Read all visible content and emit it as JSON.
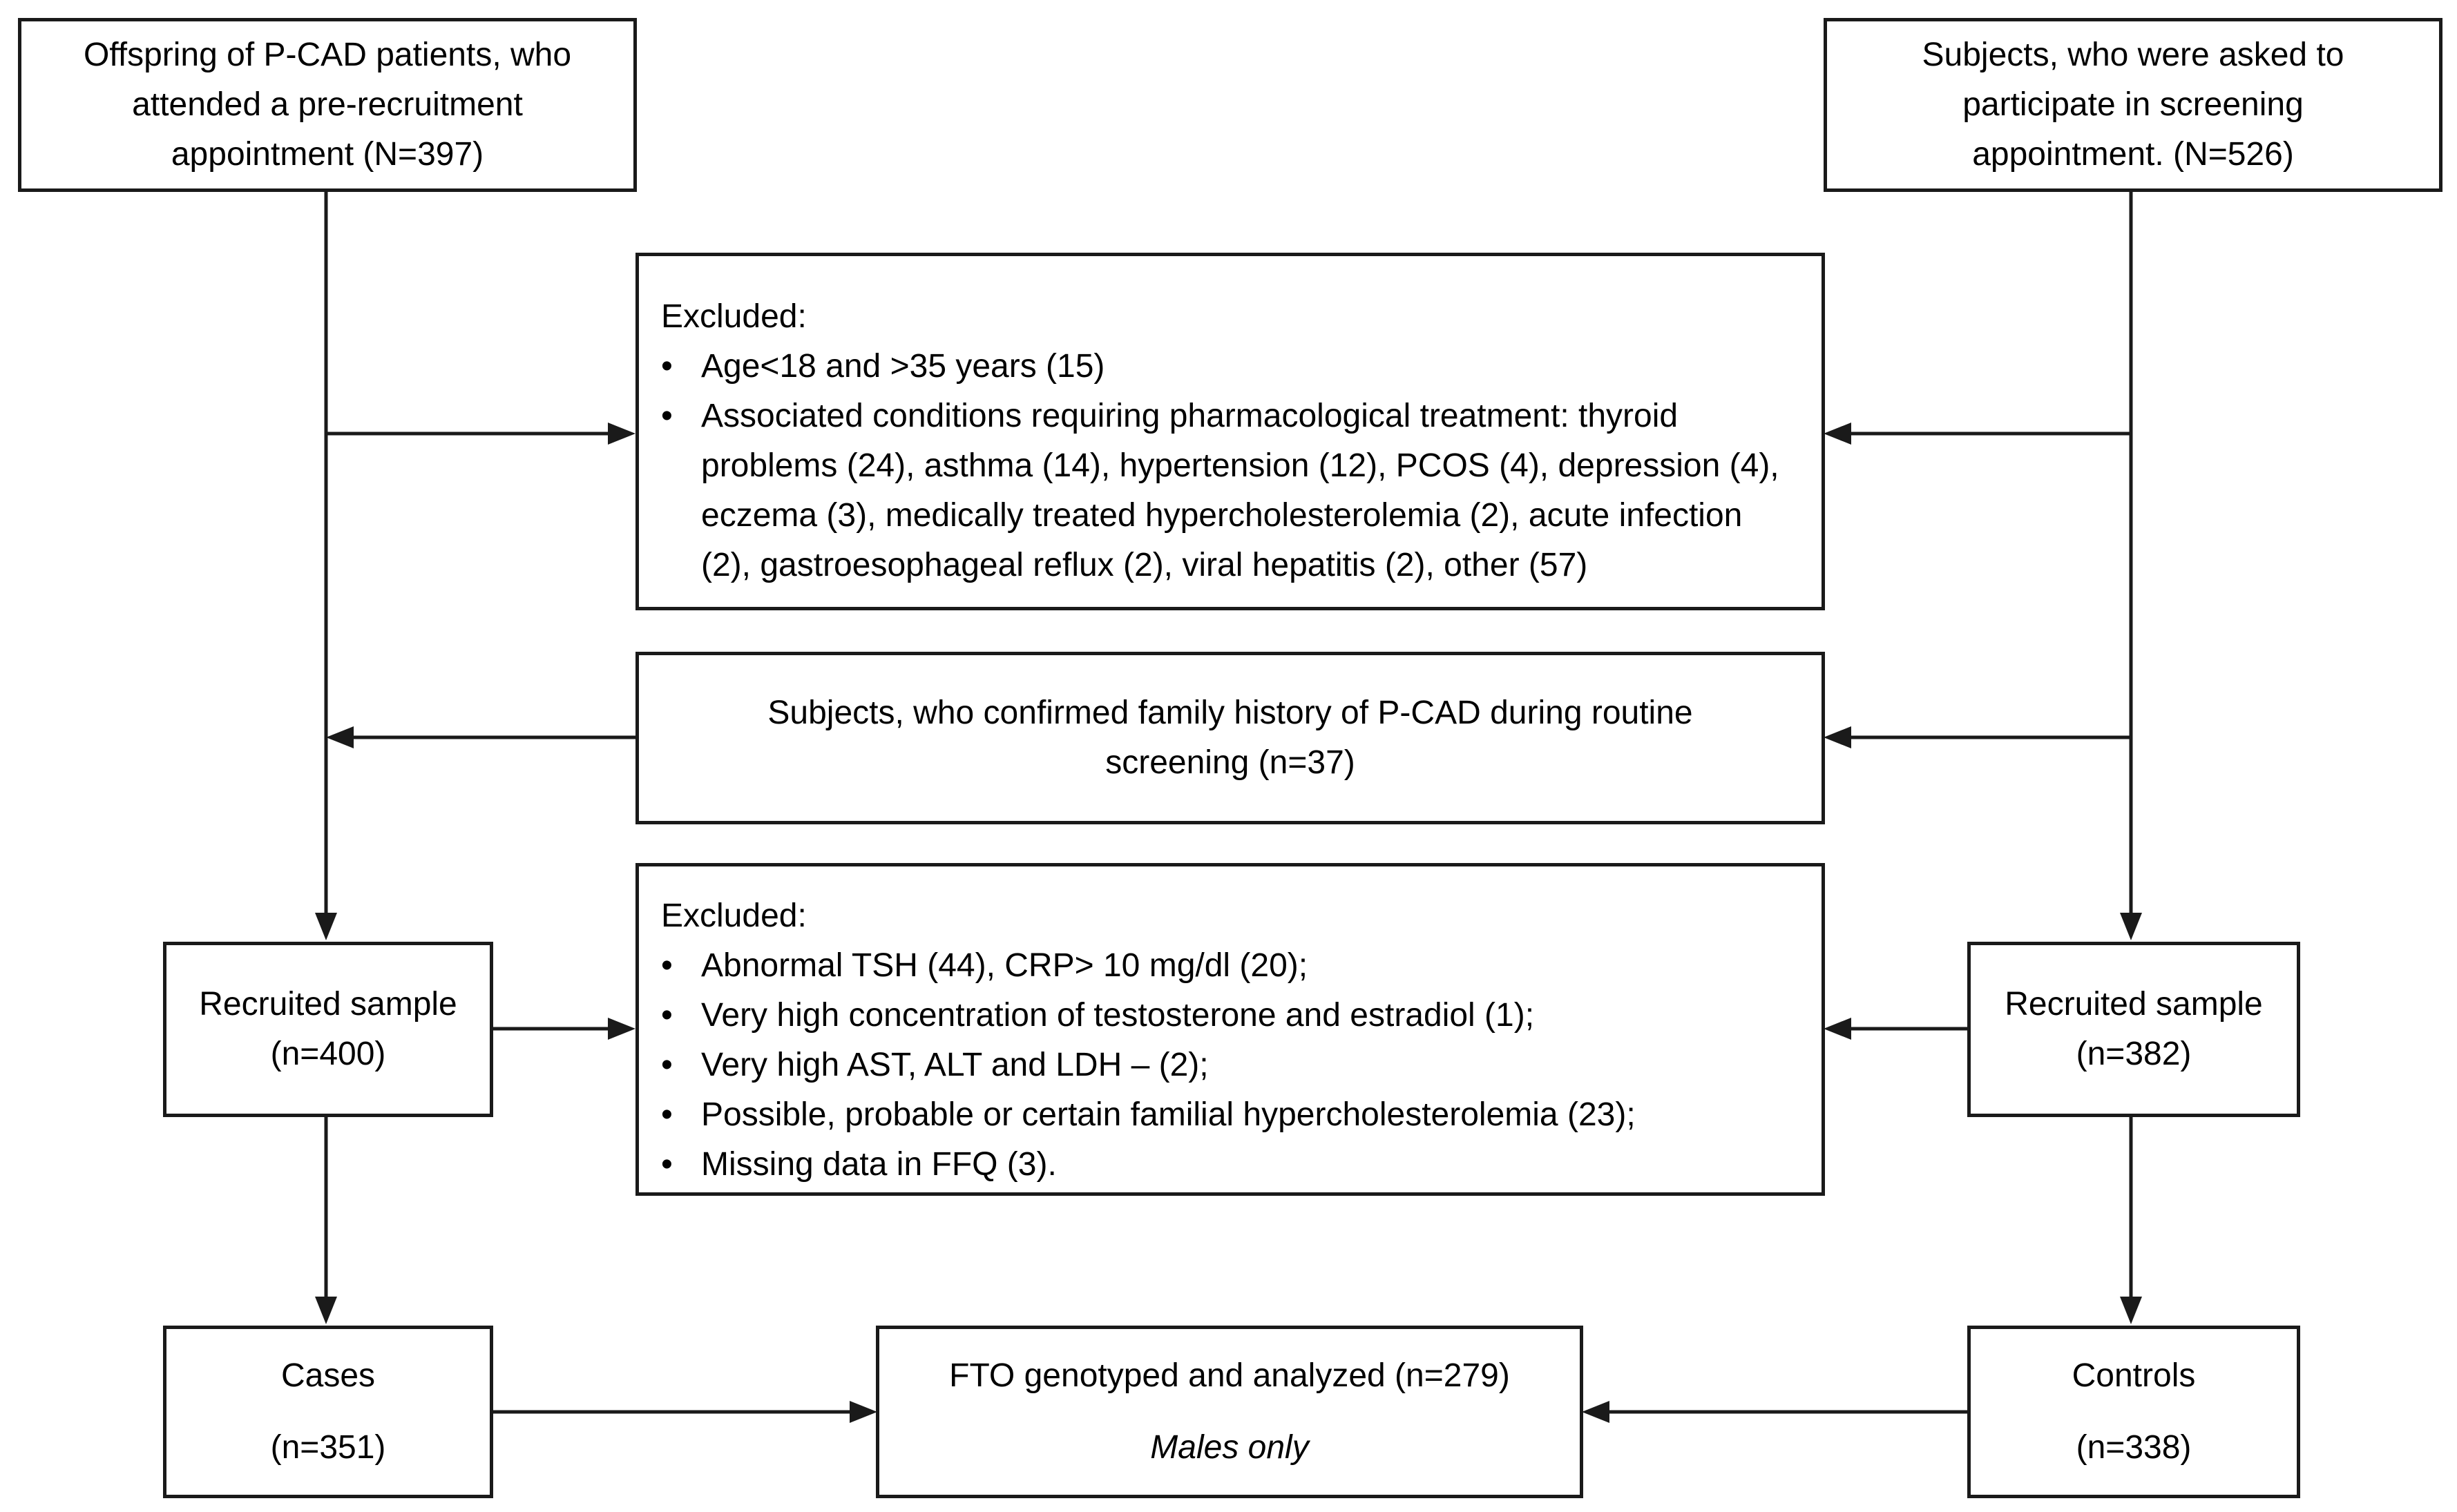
{
  "boxes": {
    "offspring": "Offspring of P-CAD patients, who attended a pre-recruitment appointment (N=397)",
    "subjects_asked": "Subjects, who were asked to participate in screening appointment. (N=526)",
    "excluded_1": {
      "heading": "Excluded:",
      "items": [
        "Age<18 and >35 years (15)",
        "Associated conditions requiring pharmacological treatment: thyroid problems (24), asthma (14), hypertension (12), PCOS (4), depression (4), eczema (3), medically treated hypercholesterolemia (2), acute infection (2), gastroesophageal reflux (2), viral hepatitis (2), other (57)"
      ]
    },
    "confirmed_history": "Subjects, who confirmed family history of P-CAD during routine screening (n=37)",
    "excluded_2": {
      "heading": "Excluded:",
      "items": [
        "Abnormal TSH (44), CRP> 10 mg/dl (20);",
        "Very high concentration of testosterone and estradiol (1);",
        "Very high AST, ALT and LDH – (2);",
        "Possible, probable or certain familial hypercholesterolemia (23);",
        "Missing data in FFQ (3)."
      ]
    },
    "recruited_left": {
      "title": "Recruited sample",
      "count": "(n=400)"
    },
    "recruited_right": {
      "title": "Recruited sample",
      "count": "(n=382)"
    },
    "cases": {
      "title": "Cases",
      "count": "(n=351)"
    },
    "controls": {
      "title": "Controls",
      "count": "(n=338)"
    },
    "fto": {
      "title": "FTO genotyped and analyzed (n=279)",
      "note": "Males only"
    }
  }
}
